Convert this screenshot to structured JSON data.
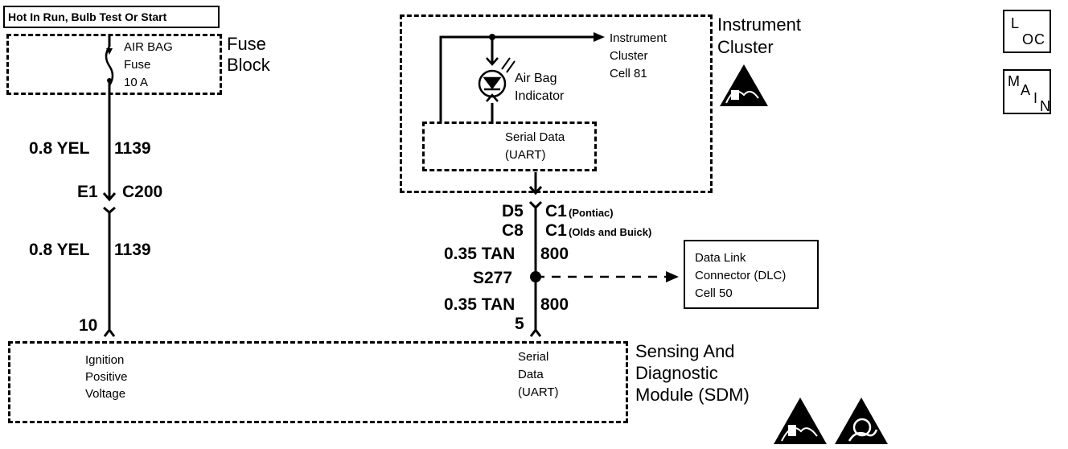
{
  "power_label": "Hot In Run, Bulb Test Or Start",
  "fuse_block": {
    "title_line1": "Fuse",
    "title_line2": "Block",
    "fuse_line1": "AIR BAG",
    "fuse_line2": "Fuse",
    "fuse_line3": "10 A"
  },
  "left_circuit": {
    "wire_top_gauge": "0.8 YEL",
    "wire_top_circuit": "1139",
    "connector_pin": "E1",
    "connector_id": "C200",
    "wire_bottom_gauge": "0.8 YEL",
    "wire_bottom_circuit": "1139",
    "sdm_pin": "10"
  },
  "instrument_cluster": {
    "title_line1": "Instrument",
    "title_line2": "Cluster",
    "ref_line1": "Instrument",
    "ref_line2": "Cluster",
    "ref_line3": "Cell 81",
    "indicator_line1": "Air Bag",
    "indicator_line2": "Indicator",
    "serial_line1": "Serial Data",
    "serial_line2": "(UART)"
  },
  "right_circuit": {
    "pin1": "D5",
    "conn1": "C1",
    "conn1_note": "(Pontiac)",
    "pin2": "C8",
    "conn2": "C1",
    "conn2_note": "(Olds and Buick)",
    "wire_top_gauge": "0.35 TAN",
    "wire_top_circuit": "800",
    "splice": "S277",
    "wire_bottom_gauge": "0.35 TAN",
    "wire_bottom_circuit": "800",
    "sdm_pin": "5"
  },
  "dlc": {
    "line1": "Data Link",
    "line2": "Connector (DLC)",
    "line3": "Cell 50"
  },
  "sdm": {
    "title_line1": "Sensing And",
    "title_line2": "Diagnostic",
    "title_line3": "Module (SDM)",
    "left_line1": "Ignition",
    "left_line2": "Positive",
    "left_line3": "Voltage",
    "right_line1": "Serial",
    "right_line2": "Data",
    "right_line3": "(UART)"
  },
  "nav": {
    "loc_l": "L",
    "loc_oc": "OC",
    "main_m": "M",
    "main_a": "A",
    "main_i": "I",
    "main_n": "N"
  },
  "icons": [
    "esd-warning-icon",
    "airbag-warning-icon"
  ]
}
